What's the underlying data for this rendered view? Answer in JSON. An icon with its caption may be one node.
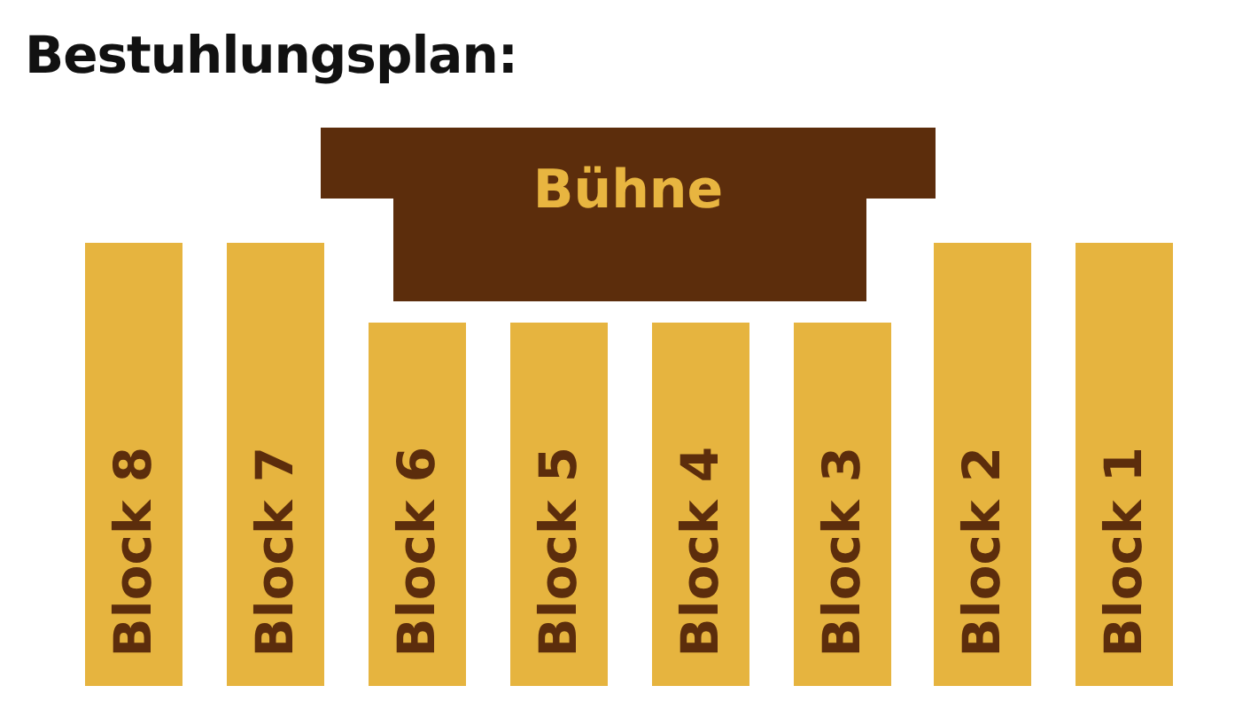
{
  "diagram": {
    "title": "Bestuhlungsplan:",
    "nodes": [
      {
        "text": [
          "Bühne"
        ]
      },
      {
        "text": [
          "Block 8"
        ]
      },
      {
        "text": [
          "Block 7"
        ]
      },
      {
        "text": [
          "Block 6"
        ]
      },
      {
        "text": [
          "Block 5"
        ]
      },
      {
        "text": [
          "Block 4"
        ]
      },
      {
        "text": [
          "Block 3"
        ]
      },
      {
        "text": [
          "Block 2"
        ]
      },
      {
        "text": [
          "Block 1"
        ]
      }
    ]
  }
}
